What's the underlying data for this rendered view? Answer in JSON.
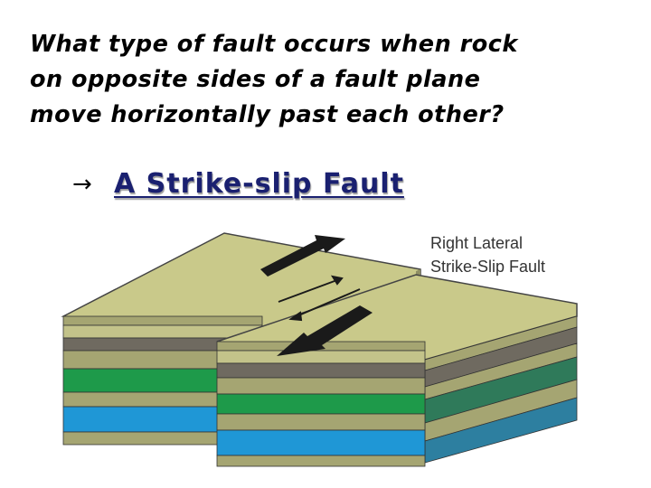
{
  "question": {
    "lines": [
      "What type of fault occurs when rock",
      "on opposite sides of a fault plane",
      "move horizontally past each other?"
    ]
  },
  "answer": {
    "arrow": "→",
    "text": "A Strike-slip Fault"
  },
  "diagram": {
    "caption_lines": [
      "Right Lateral",
      "Strike-Slip Fault"
    ],
    "colors": {
      "top_surface": "#c9c98a",
      "top_outline": "#444444",
      "layer_olive": "#a5a572",
      "layer_brown": "#6f6a60",
      "layer_green": "#1e9a4a",
      "layer_blue": "#1f97d6",
      "arrow_fill": "#1a1a1a"
    }
  }
}
